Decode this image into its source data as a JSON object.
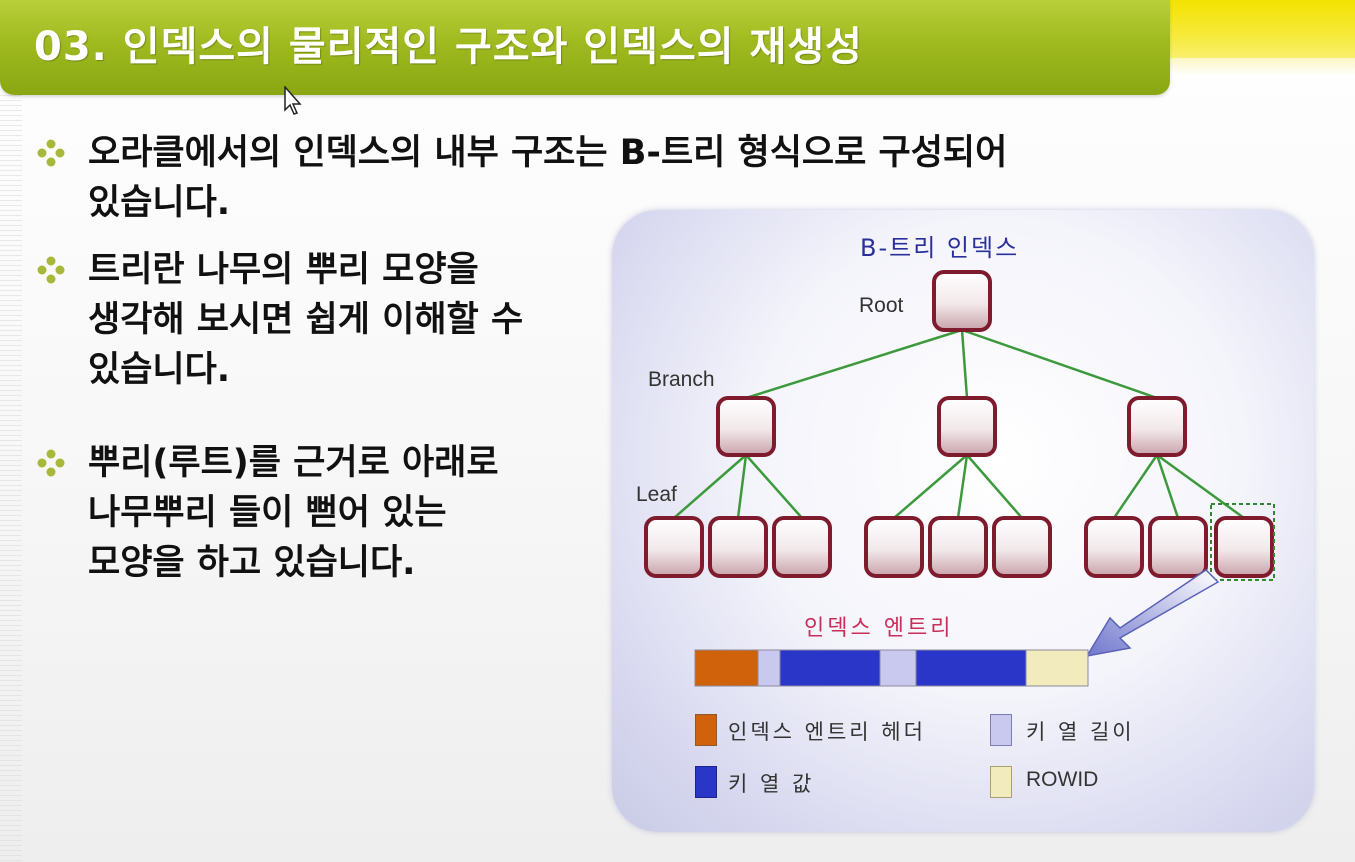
{
  "slide": {
    "title": "03. 인덱스의 물리적인 구조와 인덱스의 재생성"
  },
  "bullets": [
    {
      "lines": [
        "오라클에서의 인덱스의 내부 구조는 B-트리 형식으로 구성되어",
        "있습니다."
      ]
    },
    {
      "lines": [
        "트리란 나무의 뿌리 모양을",
        "생각해 보시면 쉽게 이해할 수",
        "있습니다."
      ]
    },
    {
      "lines": [
        "뿌리(루트)를 근거로 아래로",
        "나무뿌리 들이 뻗어 있는",
        "모양을 하고 있습니다."
      ]
    }
  ],
  "diagram": {
    "title": "B-트리 인덱스",
    "levels": {
      "root": "Root",
      "branch": "Branch",
      "leaf": "Leaf"
    },
    "entry_title": "인덱스 엔트리",
    "legend": [
      {
        "label": "인덱스 엔트리 헤더",
        "color": "#d0620c"
      },
      {
        "label": "키 열 길이",
        "color": "#c9c9ef"
      },
      {
        "label": "키 열 값",
        "color": "#2a36c8"
      },
      {
        "label": "ROWID",
        "color": "#f1ebbd"
      }
    ]
  },
  "colors": {
    "title_bar": "#9fba1f",
    "accent_band": "#f3e200",
    "node_border": "#7e1c2e",
    "tree_line": "#3c9a3c"
  }
}
